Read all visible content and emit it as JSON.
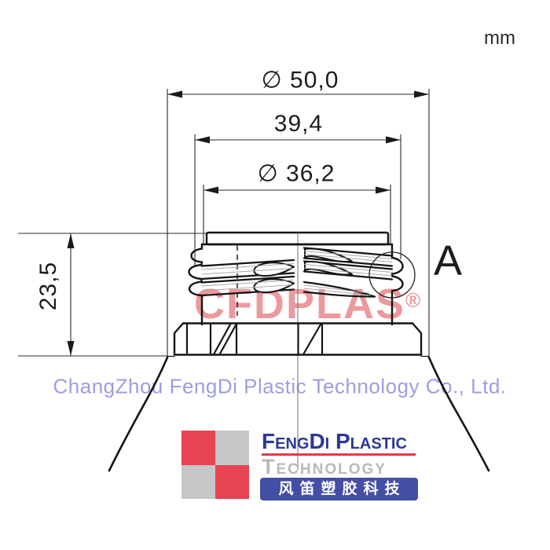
{
  "unit": "mm",
  "dimensions": {
    "outer_diameter": {
      "label": "∅ 50,0"
    },
    "thread_diameter": {
      "label": "39,4"
    },
    "neck_diameter": {
      "label": "∅ 36,2"
    },
    "neck_height": {
      "label": "23,5"
    }
  },
  "detail": {
    "label": "A"
  },
  "watermark": {
    "brand": "CFDPLAS",
    "registered_mark": "®",
    "company": "ChangZhou FengDi Plastic Technology Co., Ltd."
  },
  "logo": {
    "name_en": "FengDi Plastic",
    "name_sub": "Technology",
    "name_cn": "风笛塑胶科技"
  },
  "colors": {
    "line": "#141414",
    "thin_line": "#2a2a2a",
    "watermark_brand": "#e0555c",
    "watermark_company": "#9c9ee1",
    "logo_blue": "#2c3897",
    "logo_band_blue": "#454ea5",
    "logo_red": "#e84352",
    "logo_gray": "#c7c7c9",
    "underline_red": "#e63946"
  }
}
